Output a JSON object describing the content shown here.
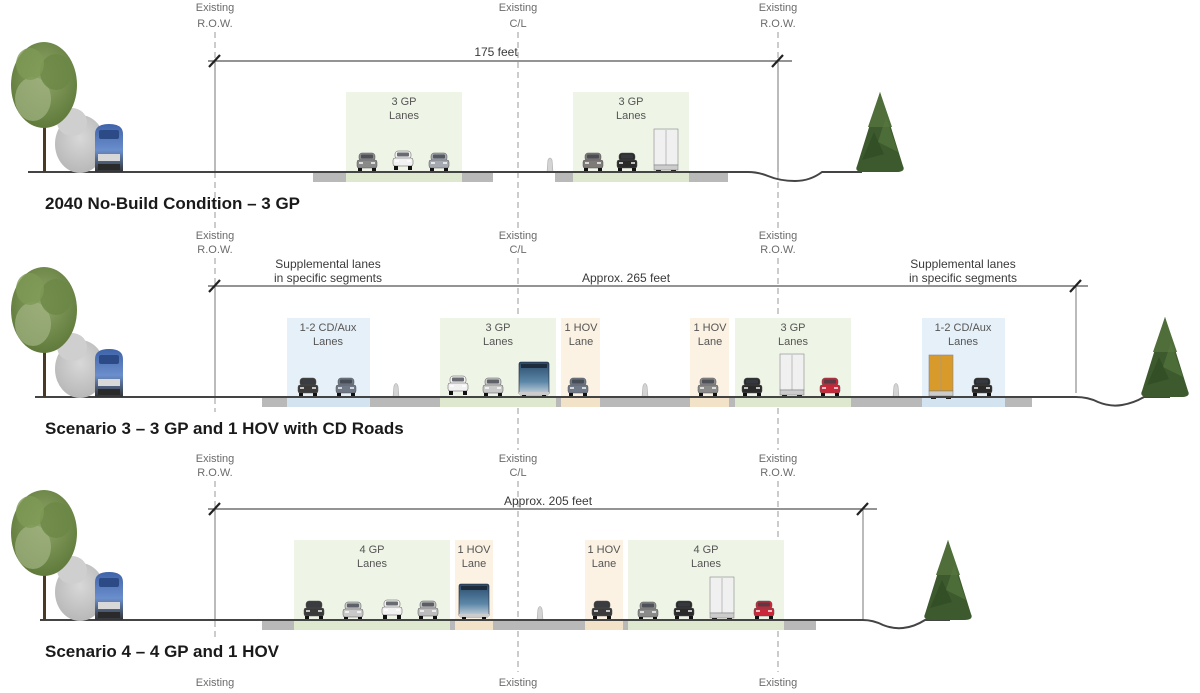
{
  "colors": {
    "gp_lane": "#eef4e6",
    "gp_strip": "#dde8cf",
    "hov_lane": "#fbf2e4",
    "hov_strip": "#f1e2c8",
    "cd_lane": "#e6f0f8",
    "cd_strip": "#d3e3f0",
    "shoulder": "#b9b9b9",
    "ground": "#444444",
    "dim_line": "#555555"
  },
  "marker_labels": {
    "existing": "Existing",
    "row": "R.O.W.",
    "cl": "C/L"
  },
  "sections": [
    {
      "id": "no-build",
      "title": "2040 No-Build Condition – 3 GP",
      "width_label": "175 feet",
      "supplemental_left": null,
      "supplemental_right": null,
      "lanes": [
        {
          "type": "gp",
          "label_line1": "3 GP",
          "label_line2": "Lanes",
          "vehicles": [
            "car-gray",
            "car-white",
            "car-silver"
          ]
        },
        {
          "type": "gp",
          "label_line1": "3 GP",
          "label_line2": "Lanes",
          "vehicles": [
            "car-gray",
            "car-black",
            "truck-white"
          ]
        }
      ]
    },
    {
      "id": "scenario-3",
      "title": "Scenario 3 – 3 GP and 1 HOV with CD Roads",
      "width_label": "Approx. 265 feet",
      "supplemental_left": {
        "line1": "Supplemental lanes",
        "line2": "in specific segments"
      },
      "supplemental_right": {
        "line1": "Supplemental lanes",
        "line2": "in specific segments"
      },
      "lanes": [
        {
          "type": "cd",
          "label_line1": "1-2 CD/Aux",
          "label_line2": "Lanes",
          "vehicles": [
            "car-black",
            "car-blue-gray"
          ]
        },
        {
          "type": "gp",
          "label_line1": "3 GP",
          "label_line2": "Lanes",
          "vehicles": [
            "car-white",
            "car-silver",
            "bus"
          ]
        },
        {
          "type": "hov",
          "label_line1": "1 HOV",
          "label_line2": "Lane",
          "vehicles": [
            "car-blue-gray"
          ]
        },
        {
          "type": "hov",
          "label_line1": "1 HOV",
          "label_line2": "Lane",
          "vehicles": [
            "car-gray"
          ]
        },
        {
          "type": "gp",
          "label_line1": "3 GP",
          "label_line2": "Lanes",
          "vehicles": [
            "car-black",
            "truck-white",
            "car-red"
          ]
        },
        {
          "type": "cd",
          "label_line1": "1-2 CD/Aux",
          "label_line2": "Lanes",
          "vehicles": [
            "truck-yellow",
            "car-black"
          ]
        }
      ]
    },
    {
      "id": "scenario-4",
      "title": "Scenario 4 – 4 GP and 1 HOV",
      "width_label": "Approx. 205 feet",
      "supplemental_left": null,
      "supplemental_right": null,
      "lanes": [
        {
          "type": "gp",
          "label_line1": "4 GP",
          "label_line2": "Lanes",
          "vehicles": [
            "car-black",
            "car-silver",
            "car-white",
            "car-silver"
          ]
        },
        {
          "type": "hov",
          "label_line1": "1 HOV",
          "label_line2": "Lane",
          "vehicles": [
            "bus"
          ]
        },
        {
          "type": "hov",
          "label_line1": "1 HOV",
          "label_line2": "Lane",
          "vehicles": [
            "car-black"
          ]
        },
        {
          "type": "gp",
          "label_line1": "4 GP",
          "label_line2": "Lanes",
          "vehicles": [
            "car-gray",
            "car-black",
            "truck-white",
            "car-red"
          ]
        }
      ]
    }
  ]
}
